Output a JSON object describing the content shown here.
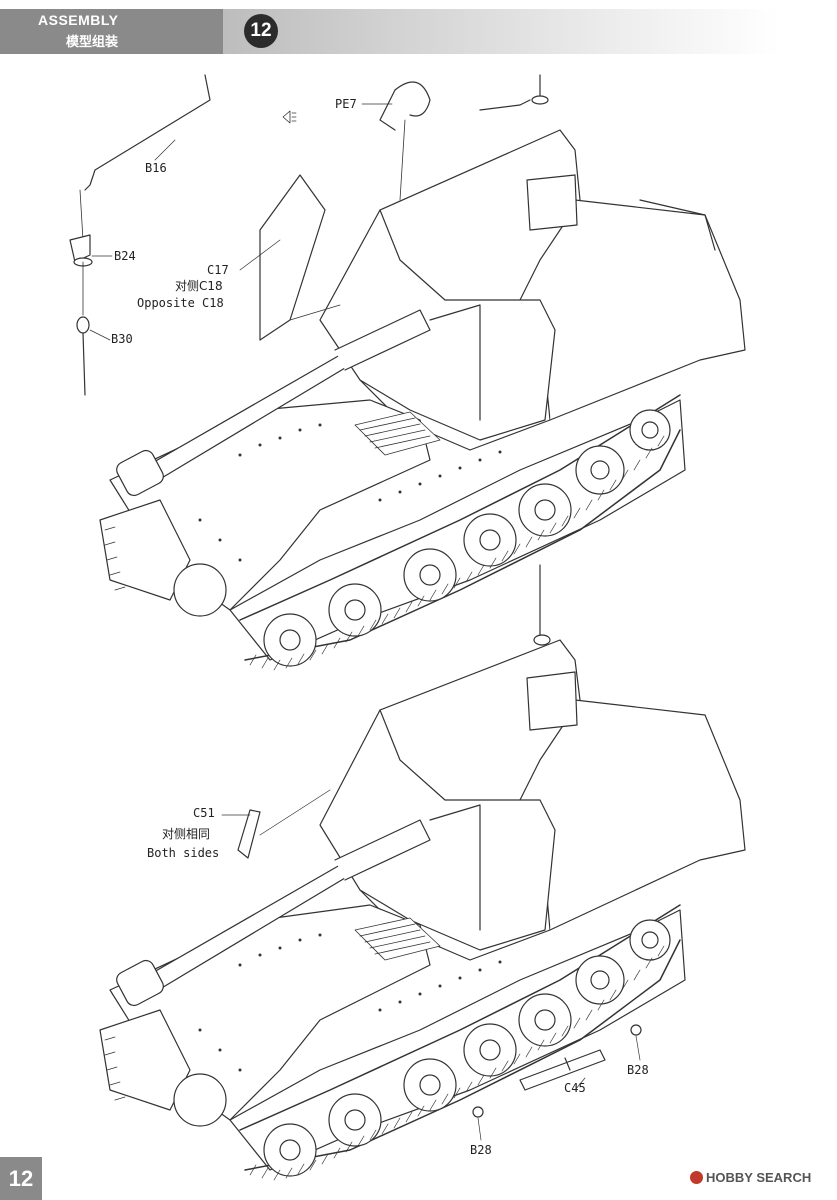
{
  "header": {
    "title": "ASSEMBLY",
    "subtitle": "模型组装",
    "step_number": "12"
  },
  "page": {
    "number": "12"
  },
  "watermark": {
    "text": "HOBBY SEARCH"
  },
  "callouts_top": {
    "pe7": "PE7",
    "b16": "B16",
    "b24": "B24",
    "b30": "B30",
    "c17": "C17",
    "c18_cn": "对侧C18",
    "c18_en": "Opposite C18"
  },
  "callouts_bottom": {
    "c51": "C51",
    "both_cn": "对侧相同",
    "both_en": "Both sides",
    "b28_right": "B28",
    "c45": "C45",
    "b28_bottom": "B28"
  }
}
